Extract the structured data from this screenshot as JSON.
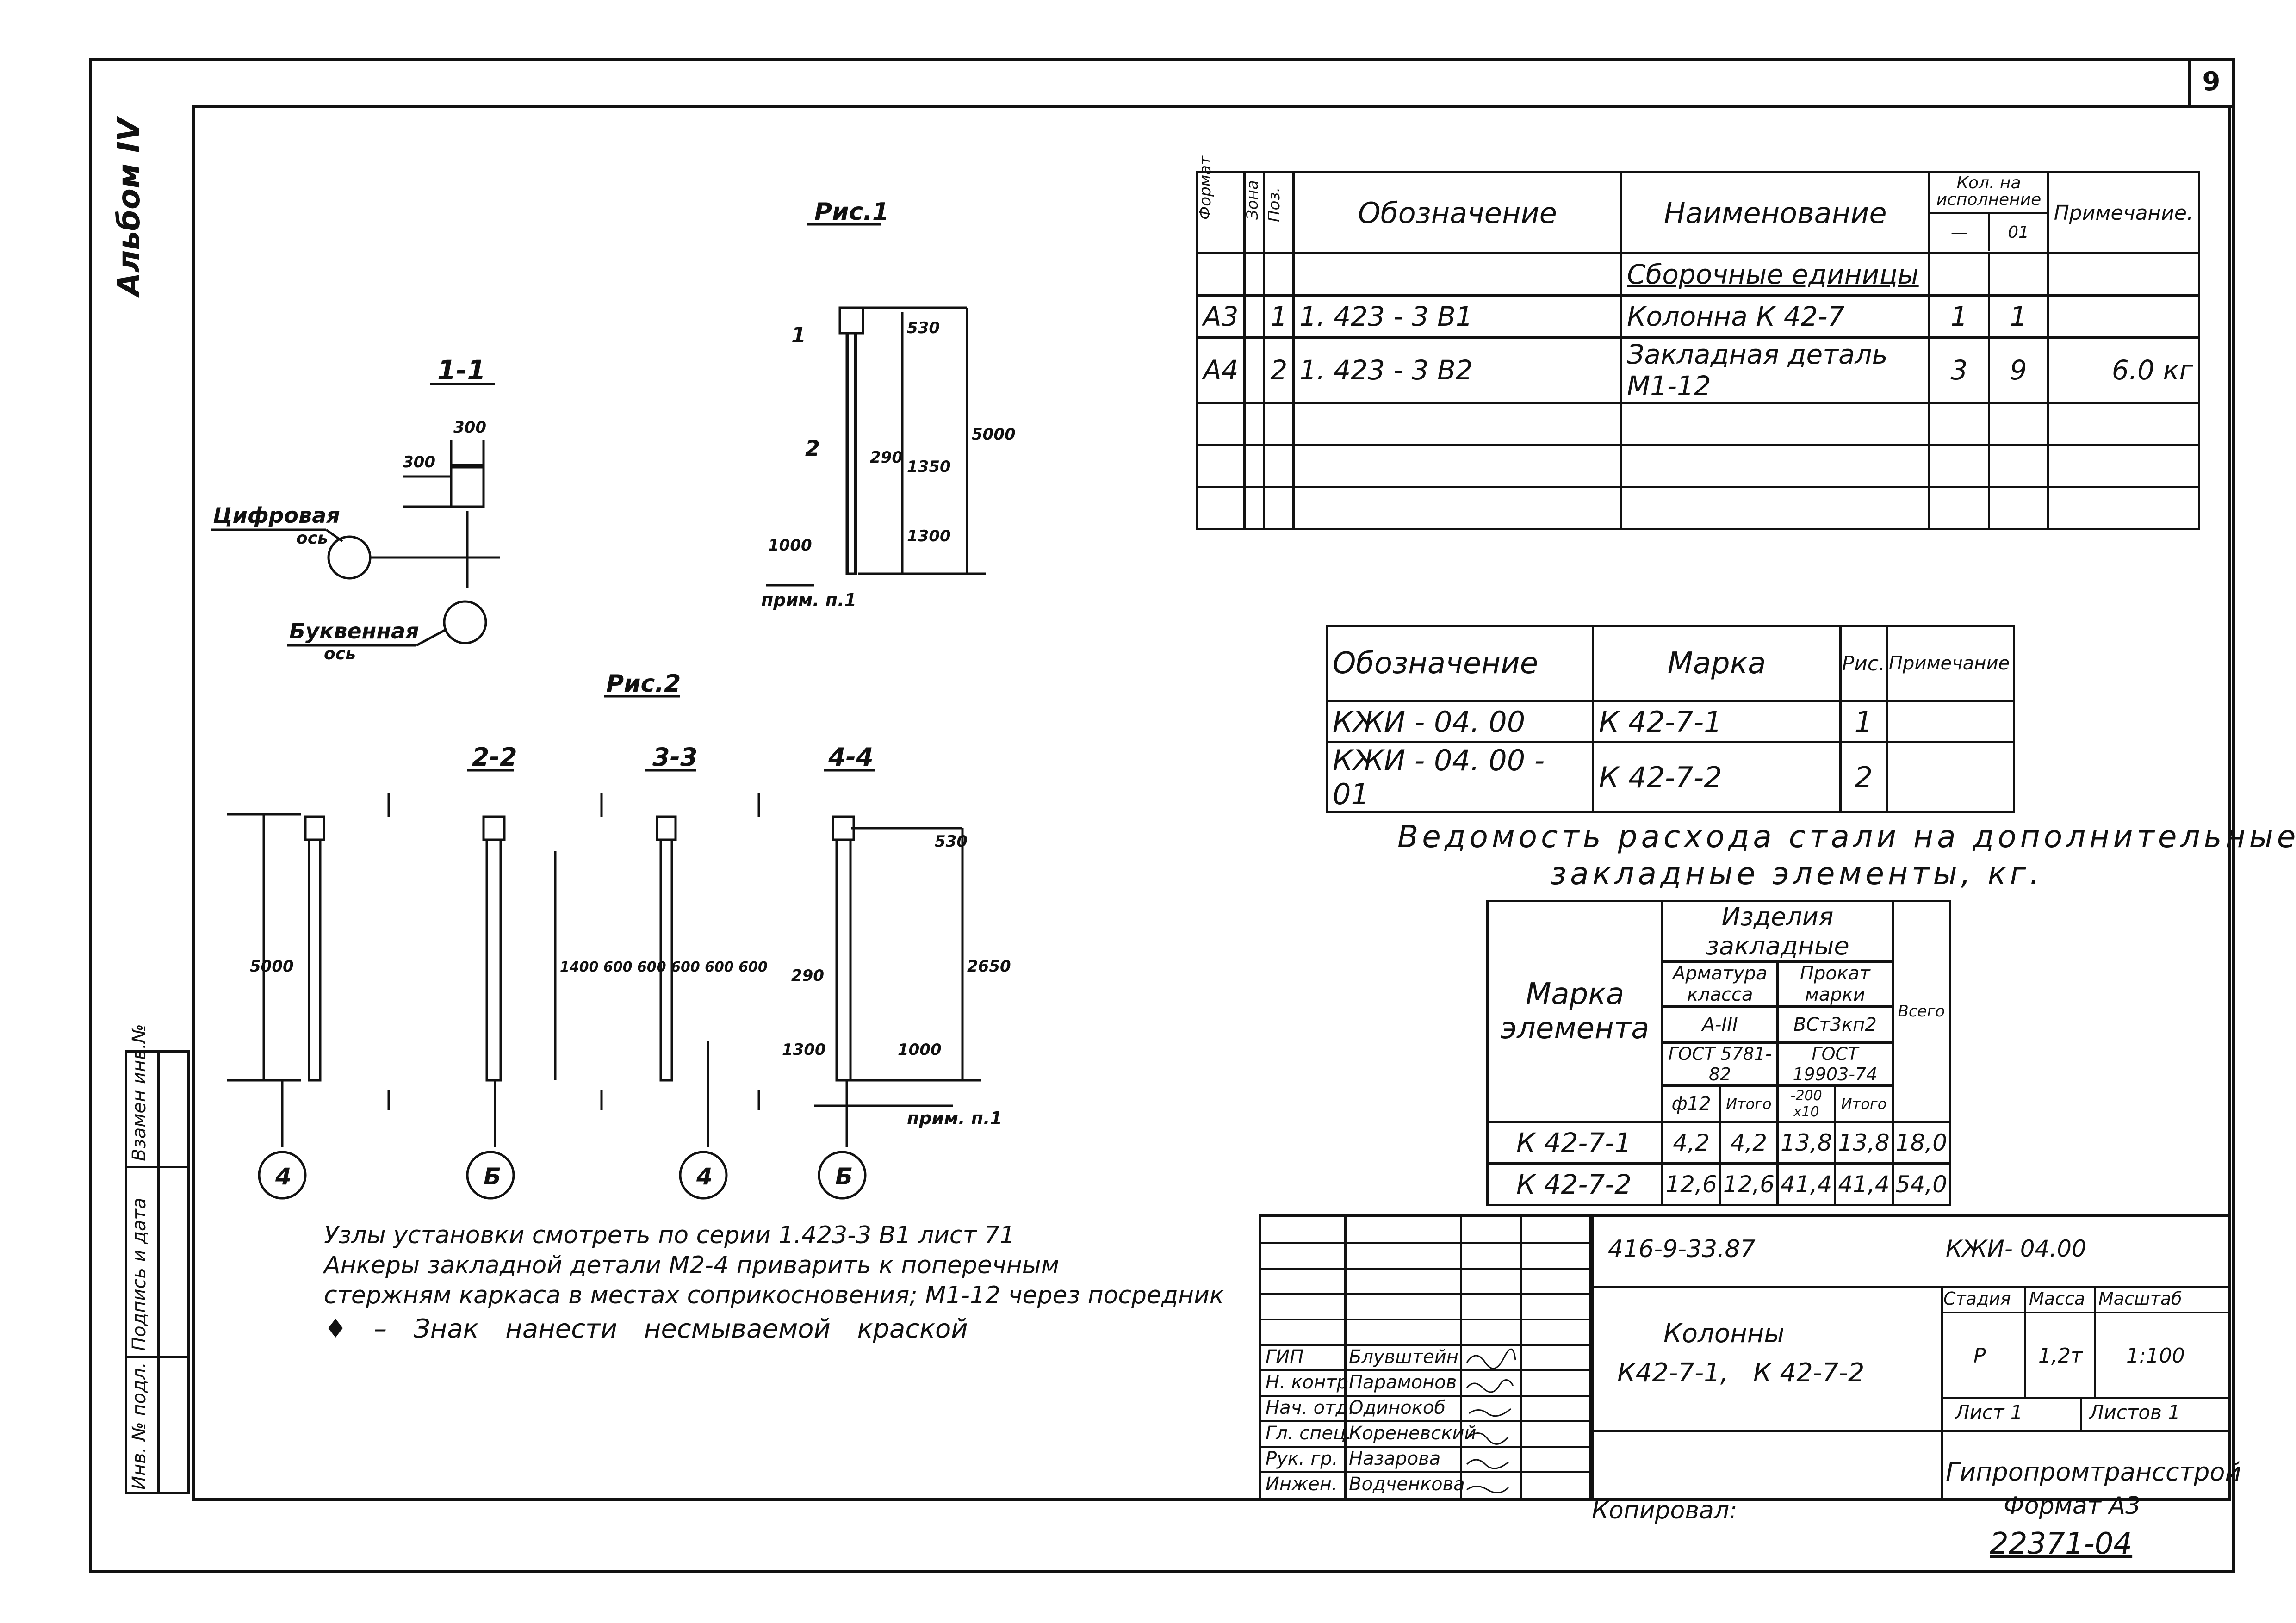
{
  "sheet_number": "9",
  "album_label": "Альбом IV",
  "side_stamp": [
    "Взамен инв.№",
    "Подпись и дата",
    "Инв. № подл."
  ],
  "drawings": {
    "section_1_1": "1-1",
    "fig1": "Рис.1",
    "fig2": "Рис.2",
    "axis_digit": "Цифровая",
    "axis_digit_sub": "ось",
    "axis_letter": "Буквенная",
    "axis_letter_sub": "ось",
    "sec_2_2": "2-2",
    "sec_3_3": "3-3",
    "sec_4_4": "4-4",
    "dim_300a": "300",
    "dim_300b": "300",
    "dim_530": "530",
    "dim_5000": "5000",
    "dim_1350": "1350",
    "dim_290": "290",
    "dim_1300": "1300",
    "dim_1000": "1000",
    "dim_5000b": "5000",
    "dim_600": "1400 600 600 600 600 600",
    "dim_2650": "2650",
    "dim_290b": "290",
    "dim_1300b": "1300",
    "dim_1000b": "1000",
    "dim_530b": "530",
    "note_ref": "прим. п.1",
    "note_ref2": "прим. п.1",
    "axis_4a": "4",
    "axis_6a": "Б",
    "axis_4b": "4",
    "axis_6b": "Б",
    "pos1": "1",
    "pos2": "2"
  },
  "spec_table": {
    "headers": {
      "format": "Формат",
      "zone": "Зона",
      "pos": "Поз.",
      "designation": "Обозначение",
      "name": "Наименование",
      "qty": "Кол. на исполнение",
      "qty_dash": "—",
      "qty_01": "01",
      "note": "Примечание."
    },
    "group_title": "Сборочные единицы",
    "rows": [
      {
        "format": "А3",
        "pos": "1",
        "designation": "1. 423 - 3   В1",
        "name": "Колонна   К 42-7",
        "q1": "1",
        "q2": "1",
        "note": ""
      },
      {
        "format": "А4",
        "pos": "2",
        "designation": "1. 423 - 3   В2",
        "name": "Закладная деталь М1-12",
        "q1": "3",
        "q2": "9",
        "note": "6.0 кг"
      }
    ]
  },
  "marka_table": {
    "headers": {
      "designation": "Обозначение",
      "marka": "Марка",
      "fig": "Рис.",
      "note": "Примечание"
    },
    "rows": [
      {
        "designation": "КЖИ - 04. 00",
        "marka": "К 42-7-1",
        "fig": "1"
      },
      {
        "designation": "КЖИ - 04. 00 - 01",
        "marka": "К 42-7-2",
        "fig": "2"
      }
    ]
  },
  "steel_title_1": "Ведомость расхода стали на дополнительные",
  "steel_title_2": "закладные элементы, кг.",
  "steel_table": {
    "h_marka": "Марка элемента",
    "h_items": "Изделия закладные",
    "h_rebar": "Арматура класса",
    "h_rolled": "Прокат марки",
    "h_a3": "А-III",
    "h_vst": "ВСт3кп2",
    "h_gost1": "ГОСТ 5781-82",
    "h_gost2": "ГОСТ 19903-74",
    "h_total": "Всего",
    "h_f12": "ф12",
    "h_itogo1": "Итого",
    "h_200": "-200 х10",
    "h_itogo2": "Итого",
    "rows": [
      {
        "marka": "К 42-7-1",
        "f12": "4,2",
        "it1": "4,2",
        "p200": "13,8",
        "it2": "13,8",
        "total": "18,0"
      },
      {
        "marka": "К 42-7-2",
        "f12": "12,6",
        "it1": "12,6",
        "p200": "41,4",
        "it2": "41,4",
        "total": "54,0"
      }
    ]
  },
  "notes": [
    "Узлы установки смотреть по серии 1.423-3 В1 лист 71",
    "Анкеры закладной детали М2-4 приварить к поперечным",
    "стержням каркаса в местах соприкосновения; М1-12 через посредник",
    "♦ – Знак нанести несмываемой краской"
  ],
  "title_block": {
    "code": "416-9-33.87",
    "doc": "КЖИ- 04.00",
    "title_1": "Колонны",
    "title_2": "К42-7-1,   К 42-7-2",
    "h_stage": "Стадия",
    "h_mass": "Масса",
    "h_scale": "Масштаб",
    "stage": "Р",
    "mass": "1,2т",
    "scale": "1:100",
    "sheet": "Лист 1",
    "sheets": "Листов 1",
    "org": "Гипропромтрансстрой",
    "people": [
      {
        "role": "ГИП",
        "name": "Блувштейн"
      },
      {
        "role": "Н. контр.",
        "name": "Парамонов"
      },
      {
        "role": "Нач. отд.",
        "name": "Одинокоб"
      },
      {
        "role": "Гл. спец.",
        "name": "Кореневский"
      },
      {
        "role": "Рук. гр.",
        "name": "Назарова"
      },
      {
        "role": "Инжен.",
        "name": "Водченкова"
      }
    ]
  },
  "copied": "Копировал:",
  "format": "Формат А3",
  "inventory": "22371-04"
}
